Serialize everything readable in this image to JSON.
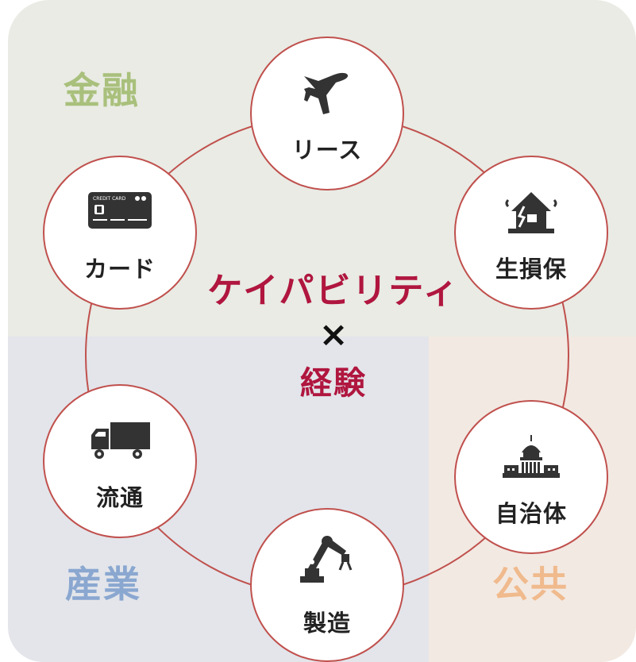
{
  "regions": {
    "finance": "金融",
    "industry": "産業",
    "public": "公共"
  },
  "center": {
    "line1": "ケイパビリティ",
    "line2": "×",
    "line3": "経験"
  },
  "nodes": {
    "lease": {
      "label": "リース",
      "icon": "airplane-icon"
    },
    "insurance": {
      "label": "生損保",
      "icon": "damaged-house-icon"
    },
    "government": {
      "label": "自治体",
      "icon": "capitol-building-icon"
    },
    "manufacturing": {
      "label": "製造",
      "icon": "robot-arm-icon"
    },
    "distribution": {
      "label": "流通",
      "icon": "truck-icon"
    },
    "card": {
      "label": "カード",
      "icon": "credit-card-icon",
      "card_text": "CREDIT CARD"
    }
  },
  "colors": {
    "ring": "#c0504d",
    "accent": "#b0163f",
    "finance_label": "#a9c07c",
    "industry_label": "#8aa7d0",
    "public_label": "#f0ba8d",
    "icon": "#333333"
  }
}
